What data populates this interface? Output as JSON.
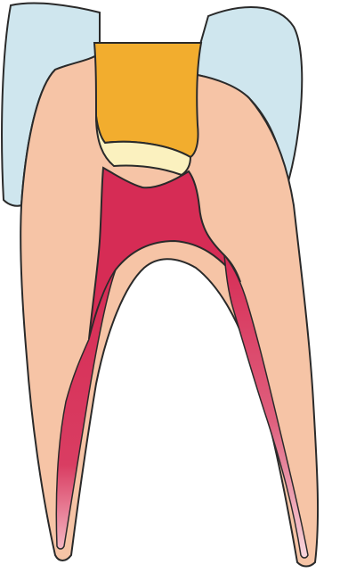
{
  "diagram": {
    "colors": {
      "enamel": "#cfe6ee",
      "dentin": "#f6c4a6",
      "pulp": "#d62c55",
      "pulp_canal_light": "#f4b6c2",
      "filling": "#f2ad2e",
      "liner": "#fbf1bf",
      "outline": "#2a2a2a"
    },
    "parts": [
      "enamel",
      "dentin",
      "filling",
      "liner",
      "pulp-chamber",
      "root-canal-left",
      "root-canal-right"
    ]
  }
}
